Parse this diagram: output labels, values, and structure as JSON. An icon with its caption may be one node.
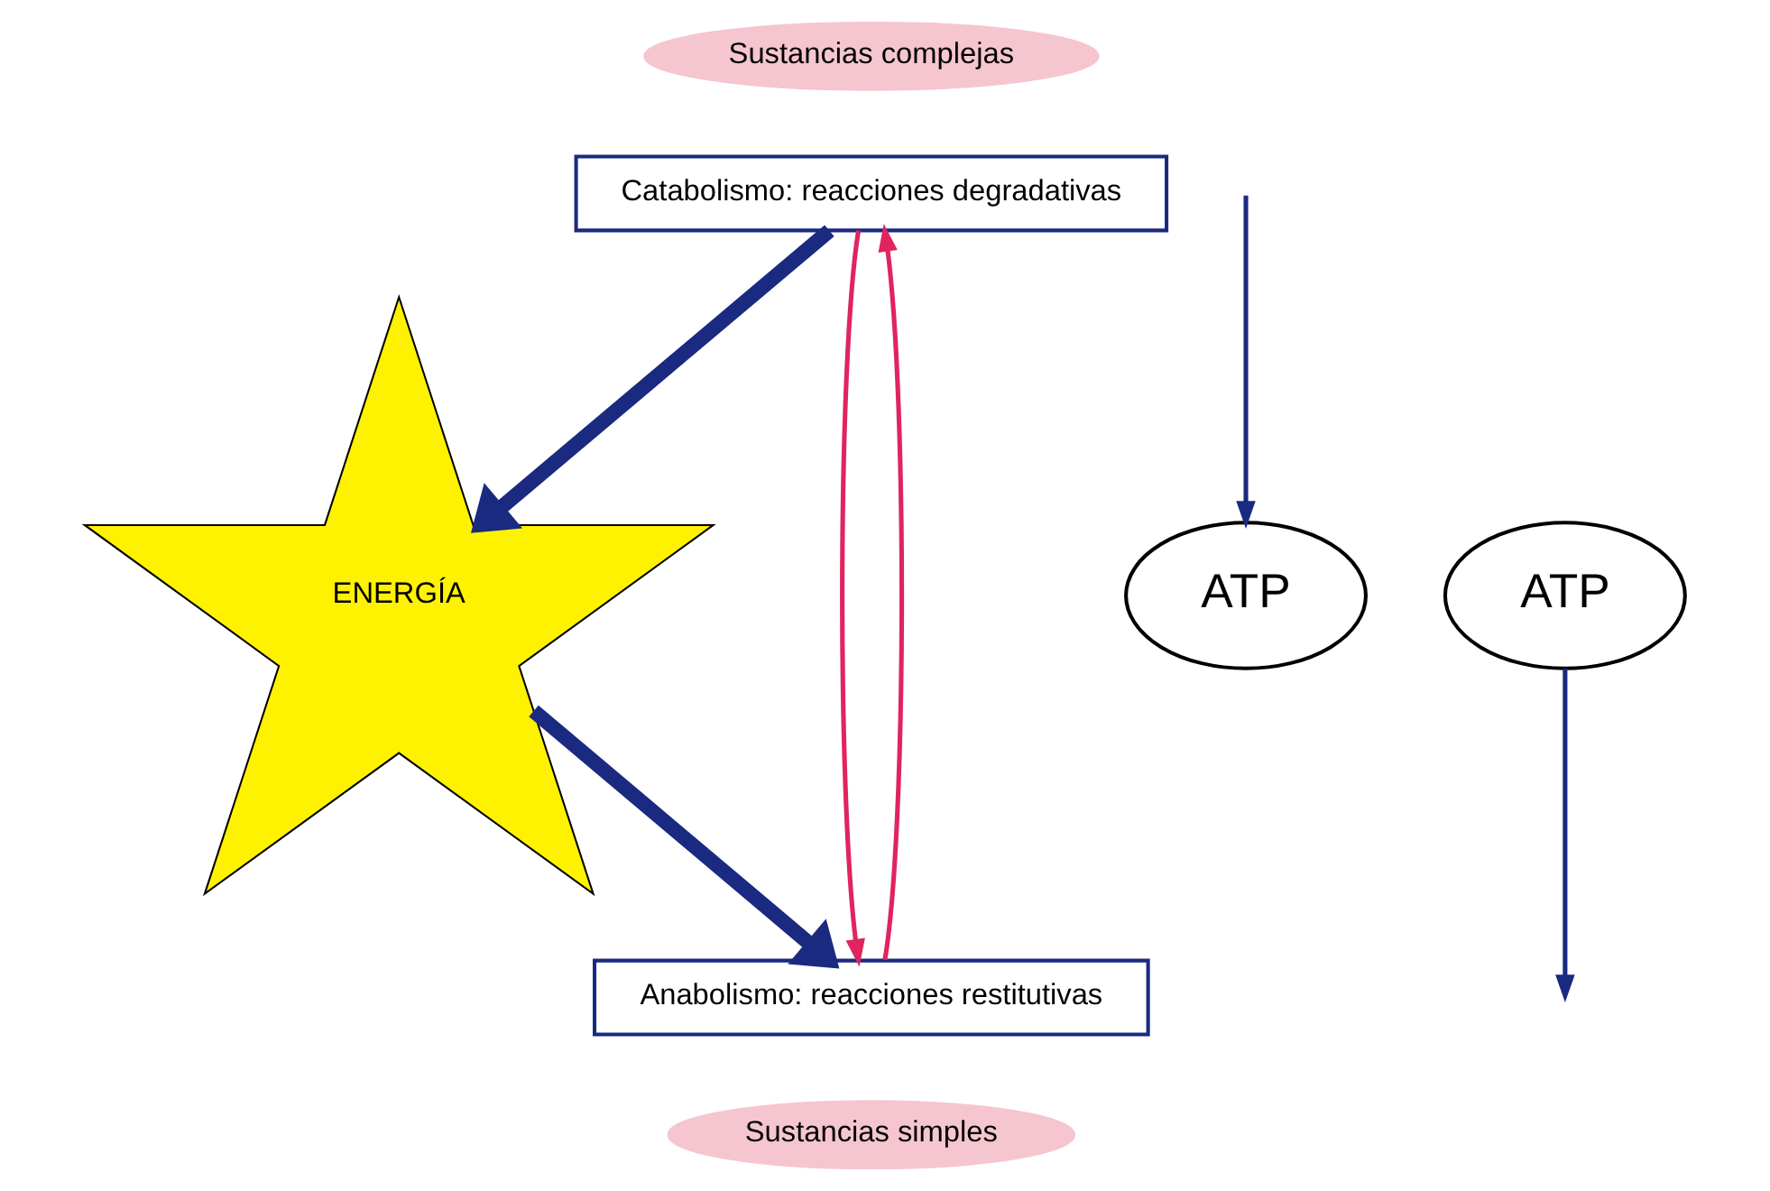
{
  "diagram": {
    "nodes": [
      {
        "text": [
          "Sustancias complejas"
        ]
      },
      {
        "text": [
          "Catabolismo: reacciones degradativas"
        ]
      },
      {
        "text": [
          "ENERGÍA"
        ]
      },
      {
        "text": [
          "Anabolismo: reacciones restitutivas"
        ]
      },
      {
        "text": [
          "Sustancias simples"
        ]
      },
      {
        "text": [
          "ATP"
        ]
      },
      {
        "text": [
          "ATP"
        ]
      }
    ],
    "edges": [
      {
        "from": 1,
        "to": 3,
        "arrow": "to",
        "color": "#e0245e"
      },
      {
        "from": 3,
        "to": 1,
        "arrow": "to",
        "color": "#e0245e"
      },
      {
        "from": 1,
        "to": 2,
        "arrow": "to",
        "style": "thick",
        "color": "#1a2a80"
      },
      {
        "from": 2,
        "to": 3,
        "arrow": "to",
        "style": "thick",
        "color": "#1a2a80"
      },
      {
        "from": null,
        "to": 5,
        "arrow": "to",
        "color": "#1a2a80"
      },
      {
        "from": 6,
        "to": null,
        "arrow": "to",
        "color": "#1a2a80"
      }
    ]
  }
}
